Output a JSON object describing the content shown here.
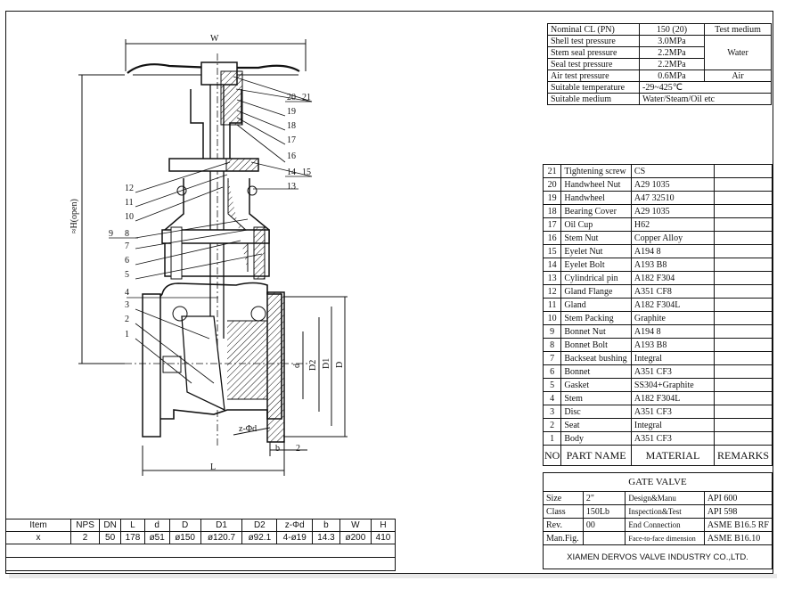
{
  "spec": {
    "rows": [
      {
        "label": "Nominal CL (PN)",
        "value": "150 (20)",
        "medium": "Test medium"
      },
      {
        "label": "Shell test pressure",
        "value": "3.0MPa",
        "medium": ""
      },
      {
        "label": "Stem seal pressure",
        "value": "2.2MPa",
        "medium": "Water"
      },
      {
        "label": "Seal test pressure",
        "value": "2.2MPa",
        "medium": ""
      },
      {
        "label": "Air test pressure",
        "value": "0.6MPa",
        "medium": "Air"
      }
    ],
    "temperature": {
      "label": "Suitable temperature",
      "value": "-29~425℃"
    },
    "suitable_medium": {
      "label": "Suitable medium",
      "value": "Water/Steam/Oil etc"
    }
  },
  "parts": {
    "rows": [
      {
        "no": "21",
        "name": "Tightening screw",
        "material": "CS"
      },
      {
        "no": "20",
        "name": "Handwheel Nut",
        "material": "A29 1035"
      },
      {
        "no": "19",
        "name": "Handwheel",
        "material": "A47 32510"
      },
      {
        "no": "18",
        "name": "Bearing Cover",
        "material": "A29 1035"
      },
      {
        "no": "17",
        "name": "Oil Cup",
        "material": "H62"
      },
      {
        "no": "16",
        "name": "Stem Nut",
        "material": "Copper Alloy"
      },
      {
        "no": "15",
        "name": "Eyelet Nut",
        "material": "A194 8"
      },
      {
        "no": "14",
        "name": "Eyelet Bolt",
        "material": "A193 B8"
      },
      {
        "no": "13",
        "name": "Cylindrical pin",
        "material": "A182 F304"
      },
      {
        "no": "12",
        "name": "Gland Flange",
        "material": "A351 CF8"
      },
      {
        "no": "11",
        "name": "Gland",
        "material": "A182 F304L"
      },
      {
        "no": "10",
        "name": "Stem Packing",
        "material": "Graphite"
      },
      {
        "no": "9",
        "name": "Bonnet Nut",
        "material": "A194 8"
      },
      {
        "no": "8",
        "name": "Bonnet Bolt",
        "material": "A193 B8"
      },
      {
        "no": "7",
        "name": "Backseat bushing",
        "material": "Integral"
      },
      {
        "no": "6",
        "name": "Bonnet",
        "material": "A351 CF3"
      },
      {
        "no": "5",
        "name": "Gasket",
        "material": "SS304+Graphite"
      },
      {
        "no": "4",
        "name": "Stem",
        "material": "A182 F304L"
      },
      {
        "no": "3",
        "name": "Disc",
        "material": "A351 CF3"
      },
      {
        "no": "2",
        "name": "Seat",
        "material": "Integral"
      },
      {
        "no": "1",
        "name": "Body",
        "material": "A351 CF3"
      }
    ],
    "header": {
      "no": "NO",
      "name": "PART NAME",
      "material": "MATERIAL",
      "remarks": "REMARKS"
    }
  },
  "title_block": {
    "title": "GATE VALVE",
    "size_label": "Size",
    "size_value": "2\"",
    "class_label": "Class",
    "class_value": "150Lb",
    "rev_label": "Rev.",
    "rev_value": "00",
    "manfig_label": "Man.Fig.",
    "design_label": "Design&Manu",
    "design_value": "API 600",
    "inspection_label": "Inspection&Test",
    "inspection_value": "API 598",
    "end_label": "End Connection",
    "end_value": "ASME B16.5 RF",
    "ftf_label": "Face-to-face dimension",
    "ftf_value": "ASME B16.10",
    "company": "XIAMEN DERVOS VALVE INDUSTRY CO.,LTD."
  },
  "dims": {
    "headers": [
      "Item",
      "NPS",
      "DN",
      "L",
      "d",
      "D",
      "D1",
      "D2",
      "z-Φd",
      "b",
      "W",
      "H"
    ],
    "values": [
      "x",
      "2",
      "50",
      "178",
      "ø51",
      "ø150",
      "ø120.7",
      "ø92.1",
      "4-ø19",
      "14.3",
      "ø200",
      "410"
    ]
  },
  "drawing": {
    "dim_w": "W",
    "dim_l": "L",
    "dim_h": "≈H(open)",
    "dim_d": "d",
    "dim_d2": "D2",
    "dim_d1": "D1",
    "dim_D": "D",
    "dim_zd": "z-Φd",
    "dim_b": "b",
    "dim_b2": "2",
    "callouts_right": [
      "20",
      "21",
      "19",
      "18",
      "17",
      "16",
      "14",
      "15",
      "13"
    ],
    "callouts_left": [
      "12",
      "11",
      "10",
      "9",
      "8",
      "7",
      "6",
      "5",
      "4",
      "3",
      "2",
      "1"
    ]
  }
}
